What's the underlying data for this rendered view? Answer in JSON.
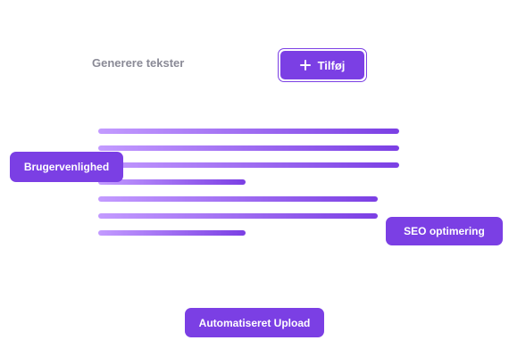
{
  "header": {
    "generate_label": "Generere tekster",
    "add_button_label": "Tilføj",
    "add_icon": "plus-icon"
  },
  "tags": {
    "usability": "Brugervenlighed",
    "seo": "SEO optimering",
    "upload": "Automatiseret Upload"
  },
  "colors": {
    "accent": "#7b3fe4",
    "line_gradient_start": "#c39bff",
    "line_gradient_end": "#7b3fe4",
    "muted_text": "#8a8a96"
  }
}
